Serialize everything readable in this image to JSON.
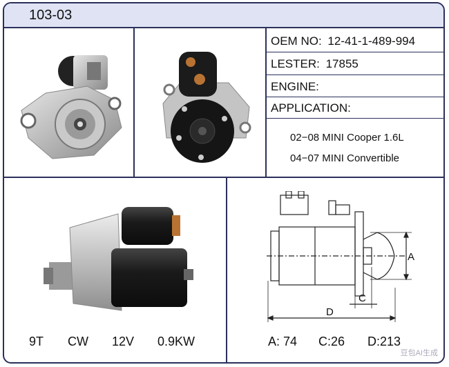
{
  "header": {
    "part_number": "103-03"
  },
  "info": {
    "oem": {
      "label": "OEM NO:",
      "value": "12-41-1-489-994"
    },
    "lester": {
      "label": "LESTER:",
      "value": "17855"
    },
    "engine": {
      "label": "ENGINE:",
      "value": ""
    },
    "application": {
      "label": "APPLICATION:",
      "lines": [
        "02−08 MINI Cooper 1.6L",
        "04−07 MINI Convertible"
      ]
    }
  },
  "specs": {
    "teeth": "9T",
    "rotation": "CW",
    "voltage": "12V",
    "power": "0.9KW"
  },
  "dimensions": {
    "a": "A: 74",
    "c": "C:26",
    "d": "D:213",
    "labels": {
      "a": "A",
      "c": "C",
      "d": "D"
    }
  },
  "watermark": "豆包AI生成"
}
